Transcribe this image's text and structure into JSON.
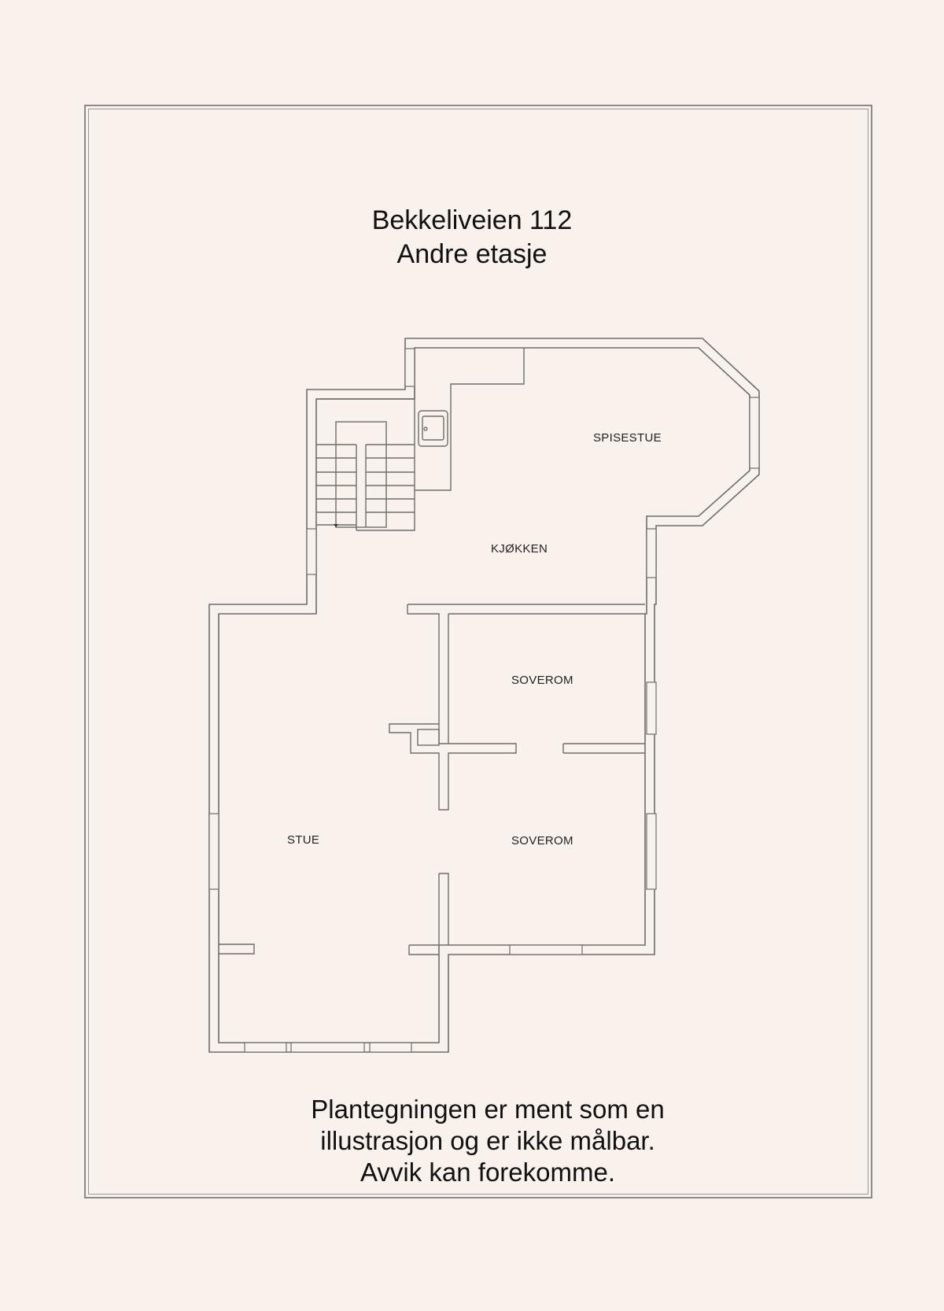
{
  "header": {
    "address": "Bekkeliveien 112",
    "floor": "Andre etasje"
  },
  "rooms": {
    "dining": "SPISESTUE",
    "kitchen": "KJØKKEN",
    "bedroom_upper": "SOVEROM",
    "bedroom_lower": "SOVEROM",
    "living": "STUE"
  },
  "footer": {
    "line1": "Plantegningen er ment som en",
    "line2": "illustrasjon og er ikke målbar.",
    "line3": "Avvik kan forekomme."
  },
  "colors": {
    "background": "#f9f1ec",
    "wall_stroke": "#6e6e6a",
    "text": "#111111"
  }
}
